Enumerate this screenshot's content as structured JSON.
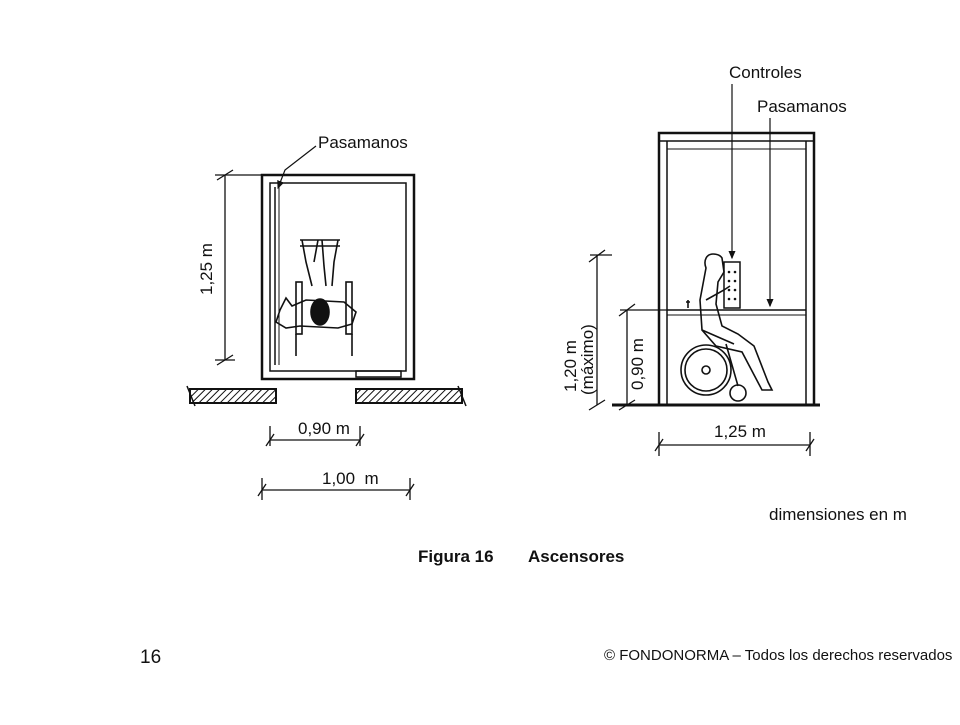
{
  "figure": {
    "label": "Figura 16",
    "title": "Ascensores",
    "units_note": "dimensiones en m"
  },
  "plan_view": {
    "handrail_label": "Pasamanos",
    "depth_dim": "1,25 m",
    "door_dim": "0,90 m",
    "width_dim": "1,00  m"
  },
  "elevation_view": {
    "controls_label": "Controles",
    "handrail_label": "Pasamanos",
    "max_height_dim": "1,20 m",
    "max_height_note": "(máximo)",
    "rail_height_dim": "0,90 m",
    "depth_dim": "1,25 m"
  },
  "footer": {
    "page_number": "16",
    "copyright": "© FONDONORMA – Todos los derechos reservados"
  }
}
